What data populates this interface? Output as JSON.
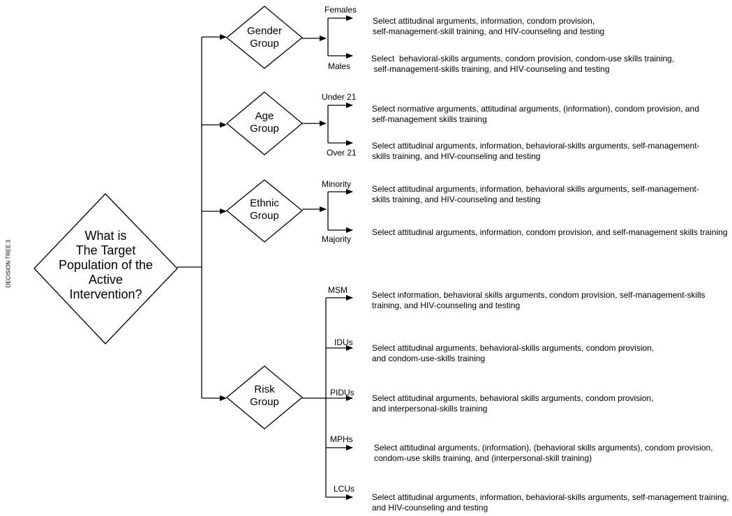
{
  "side_label": "DECISION TREE 3",
  "root_question": [
    "What is",
    "The Target",
    "Population of the",
    "Active",
    "Intervention?"
  ],
  "groups": [
    {
      "name": [
        "Gender",
        "Group"
      ],
      "branches": [
        {
          "label": "Females",
          "text": [
            "Select attitudinal arguments, information, condom provision,",
            "self-management-skill training, and HIV-counseling and testing"
          ]
        },
        {
          "label": "Males",
          "text": [
            "Select  behavioral-skills arguments, condom provision, condom-use skills training,",
            " self-management-skills training, and HIV-counseling and testing"
          ]
        }
      ]
    },
    {
      "name": [
        "Age",
        "Group"
      ],
      "branches": [
        {
          "label": "Under 21",
          "text": [
            "Select normative arguments, attitudinal arguments, (information), condom provision, and",
            "self-management skills training"
          ]
        },
        {
          "label": "Over 21",
          "text": [
            "Select attitudinal arguments, information, behavioral-skills arguments, self-management-",
            "skills training, and HIV-counseling and testing"
          ]
        }
      ]
    },
    {
      "name": [
        "Ethnic",
        "Group"
      ],
      "branches": [
        {
          "label": "Minority",
          "text": [
            "Select attitudinal arguments, information, behavioral skills arguments, self-management-",
            "skills training, and HIV-counseling and testing"
          ]
        },
        {
          "label": "Majority",
          "text": [
            "Select attitudinal arguments, information, condom provision, and self-management skills training"
          ]
        }
      ]
    },
    {
      "name": [
        "Risk",
        "Group"
      ],
      "branches": [
        {
          "label": "MSM",
          "text": [
            "Select information, behavioral skills arguments, condom provision, self-management-skills",
            "training, and HIV-counseling and testing"
          ]
        },
        {
          "label": "IDUs",
          "text": [
            "Select attitudinal arguments, behavioral-skills arguments, condom provision,",
            "and condom-use-skills training"
          ]
        },
        {
          "label": "PIDUs",
          "text": [
            "Select attitudinal arguments, behavioral skills arguments, condom provision,",
            "and interpersonal-skills training"
          ]
        },
        {
          "label": "MPHs",
          "text": [
            "Select attitudinal arguments, (information), (behavioral skills arguments), condom provision,",
            "condom-use skills training, and (interpersonal-skill training)"
          ]
        },
        {
          "label": "LCUs",
          "text": [
            "Select attitudinal arguments, information, behavioral-skills arguments, self-management training,",
            "and HIV-counseling and testing"
          ]
        }
      ]
    }
  ]
}
